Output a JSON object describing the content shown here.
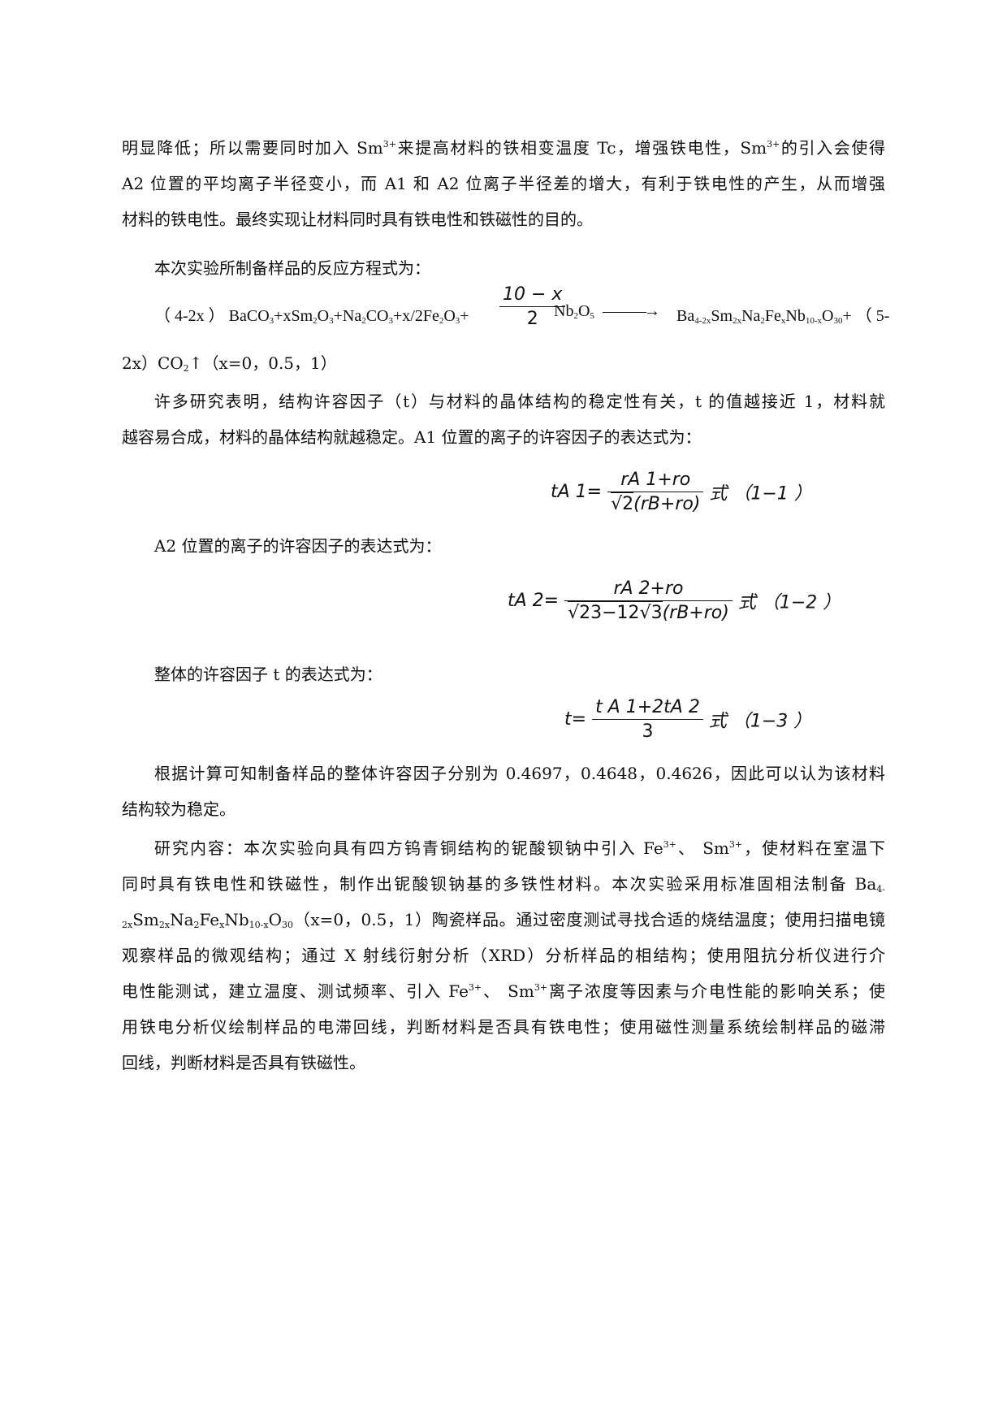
{
  "p1": {
    "l1": [
      "明显降低；所以需要同时加入 Sm",
      "3+",
      "来提高材料的铁相变温度 Tc，增强铁电性，Sm",
      "3+",
      "的引入会使得"
    ],
    "l2": "A2 位置的平均离子半径变小，而 A1 和 A2 位离子半径差的增大，有利于铁电性的产生，从而增强",
    "l3": "材料的铁电性。最终实现让材料同时具有铁电性和铁磁性的目的。"
  },
  "p2": "本次实验所制备样品的反应方程式为：",
  "eq0": {
    "left": [
      "（ 4-2x ） BaCO",
      "3",
      "+xSm",
      "2",
      "O",
      "3",
      "+Na",
      "2",
      "CO",
      "3",
      "+x/2Fe",
      "2",
      "O",
      "3",
      "+"
    ],
    "frac_num": "10 − x",
    "frac_den": "2",
    "mid": [
      "Nb",
      "2",
      "O",
      "5"
    ],
    "arrow": "———→",
    "right": [
      "Ba",
      "4-2x",
      "Sm",
      "2x",
      "Na",
      "2",
      "Fe",
      "x",
      "Nb",
      "10-x",
      "O",
      "30",
      "+ （ 5-"
    ],
    "cont": [
      "2x）CO",
      "2",
      "↑（x=0，0.5，1）"
    ]
  },
  "p3": {
    "l1": "许多研究表明，结构许容因子（t）与材料的晶体结构的稳定性有关，t 的值越接近 1，材料就",
    "l2": "越容易合成，材料的晶体结构就越稳定。A1 位置的离子的许容因子的表达式为："
  },
  "eq1": {
    "lhs": "tA 1=",
    "num": "rA 1+ro",
    "den_pre": "√2",
    "den_paren": "(rB+ro)",
    "label": "式 （1−1 ）"
  },
  "p4": "A2 位置的离子的许容因子的表达式为：",
  "eq2": {
    "lhs": "tA 2=",
    "num": "rA 2+ro",
    "den_pre": "√23−12",
    "den_mid": "√3",
    "den_paren": "(rB+ro)",
    "label": "式 （1−2 ）"
  },
  "p5": "整体的许容因子 t 的表达式为：",
  "eq3": {
    "lhs": "t=",
    "num": "t A 1+2tA 2",
    "den": "3",
    "label": "式 （1−3 ）"
  },
  "p6": {
    "l1": "根据计算可知制备样品的整体许容因子分别为 0.4697，0.4648，0.4626，因此可以认为该材料",
    "l2": "结构较为稳定。"
  },
  "p7": {
    "l1": [
      "研究内容：本次实验向具有四方钨青铜结构的铌酸钡钠中引入 Fe",
      "3+",
      "、 Sm",
      "3+",
      "，使材料在室温下"
    ],
    "l2": "同时具有铁电性和铁磁性，制作出铌酸钡钠基的多铁性材料。本次实验采用标准固相法制备 Ba",
    "l2_sub": "4-",
    "l3": [
      "2x",
      "Sm",
      "2x",
      "Na",
      "2",
      "Fe",
      "x",
      "Nb",
      "10-x",
      "O",
      "30",
      "（x=0，0.5，1）陶瓷样品。通过密度测试寻找合适的烧结温度；使用扫描电镜"
    ],
    "l4": "观察样品的微观结构；通过 X 射线衍射分析（XRD）分析样品的相结构；使用阻抗分析仪进行介",
    "l5": [
      "电性能测试，建立温度、测试频率、引入 Fe",
      "3+",
      "、 Sm",
      "3+",
      "离子浓度等因素与介电性能的影响关系；使"
    ],
    "l6": "用铁电分析仪绘制样品的电滞回线，判断材料是否具有铁电性；使用磁性测量系统绘制样品的磁滞",
    "l7": "回线，判断材料是否具有铁磁性。"
  }
}
